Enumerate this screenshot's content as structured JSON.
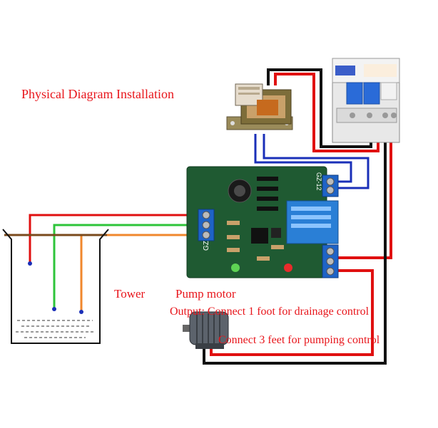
{
  "title": "Physical Diagram Installation",
  "labels": {
    "tower": "Tower",
    "pump_motor": "Pump motor",
    "output_line1": "Output: Connect 1 foot for drainage control",
    "output_line2": "Connect 3 feet for pumping control"
  },
  "board_text": {
    "silk_left": "GZ-12",
    "silk_right": "GZ-12"
  },
  "colors": {
    "text_red": "#e8151b",
    "wire_red": "#e01010",
    "wire_black": "#111111",
    "wire_blue": "#1a2fb8",
    "wire_green": "#2ec43a",
    "wire_orange": "#f0872c",
    "wire_brown": "#7a4a1c",
    "board_green": "#1f5a32",
    "breaker_blue": "#2a6bd8"
  }
}
